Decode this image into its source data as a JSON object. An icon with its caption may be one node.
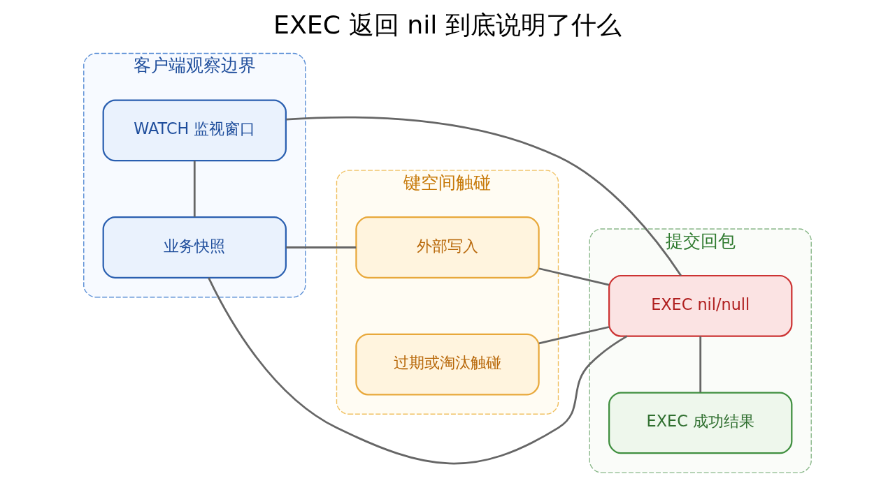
{
  "diagram": {
    "title": "EXEC 返回 nil 到底说明了什么",
    "nodes": [
      {
        "text": [
          "客户端观察边界"
        ]
      },
      {
        "text": [
          "WATCH 监视窗口"
        ],
        "in": 0
      },
      {
        "text": [
          "业务快照"
        ],
        "in": 0
      },
      {
        "text": [
          "键空间触碰"
        ]
      },
      {
        "text": [
          "外部写入"
        ],
        "in": 3
      },
      {
        "text": [
          "过期或淘汰触碰"
        ],
        "in": 3
      },
      {
        "text": [
          "提交回包"
        ]
      },
      {
        "text": [
          "EXEC nil/null"
        ],
        "in": 6
      },
      {
        "text": [
          "EXEC 成功结果"
        ],
        "in": 6
      }
    ],
    "edges": [
      {
        "from": 1,
        "to": 2,
        "arrow": "none"
      },
      {
        "from": 1,
        "to": 7,
        "arrow": "none"
      },
      {
        "from": 2,
        "to": 4,
        "arrow": "none"
      },
      {
        "from": 2,
        "to": 7,
        "arrow": "none"
      },
      {
        "from": 4,
        "to": 7,
        "arrow": "none"
      },
      {
        "from": 5,
        "to": 7,
        "arrow": "none"
      },
      {
        "from": 7,
        "to": 8,
        "arrow": "none"
      }
    ]
  }
}
